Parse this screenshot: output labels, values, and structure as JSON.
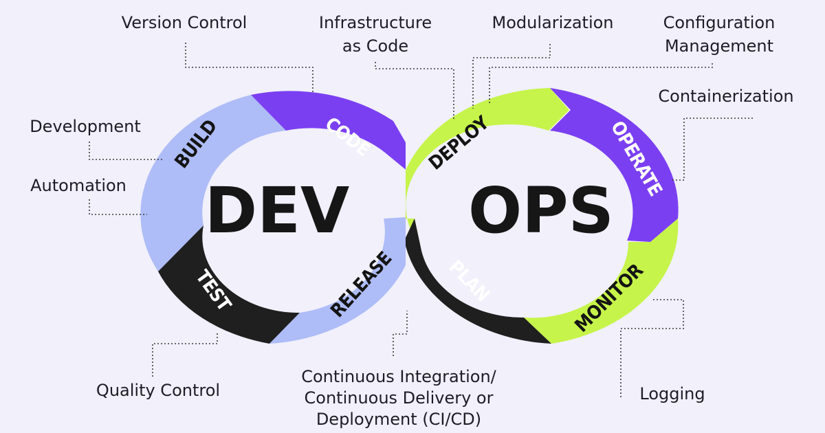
{
  "center": {
    "left": "DEV",
    "right": "OPS"
  },
  "segments": {
    "code": "CODE",
    "build": "BUILD",
    "test": "TEST",
    "release": "RELEASE",
    "deploy": "DEPLOY",
    "operate": "OPERATE",
    "monitor": "MONITOR",
    "plan": "PLAN"
  },
  "labels": {
    "version_control": "Version Control",
    "iac_1": "Infrastructure",
    "iac_2": "as Code",
    "modularization": "Modularization",
    "config_1": "Configuration",
    "config_2": "Management",
    "containerization": "Containerization",
    "development": "Development",
    "automation": "Automation",
    "quality_control": "Quality Control",
    "cicd_1": "Continuous Integration/",
    "cicd_2": "Continuous Delivery or",
    "cicd_3": "Deployment (CI/CD)",
    "logging": "Logging"
  },
  "colors": {
    "background": "#f1f0fb",
    "purple": "#7b3ff2",
    "lavender": "#aebcf7",
    "black": "#1f1f1f",
    "lime": "#c6f44a"
  }
}
